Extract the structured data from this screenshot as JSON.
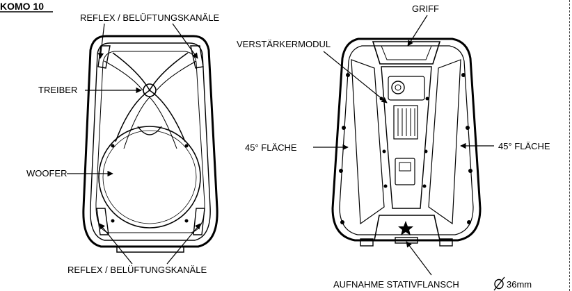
{
  "header": {
    "title": "KOMO 10"
  },
  "front_view": {
    "reflex_top": "REFLEX / BELÜFTUNGSKANÄLE",
    "driver": "TREIBER",
    "woofer": "WOOFER",
    "reflex_bottom": "REFLEX / BELÜFTUNGSKANÄLE"
  },
  "rear_view": {
    "handle": "GRIFF",
    "amp_module": "VERSTÄRKERMODUL",
    "face_left": "45° FLÄCHE",
    "face_right": "45° FLÄCHE",
    "stand_mount": "AUFNAHME STATIVFLANSCH",
    "stand_diameter": "36mm"
  }
}
